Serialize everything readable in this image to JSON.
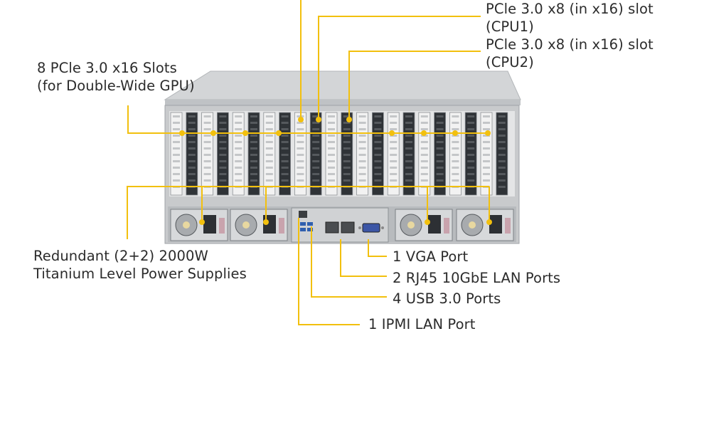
{
  "labels": {
    "pcie_x8_cpu1": {
      "line1": "PCle 3.0 x8 (in x16) slot",
      "line2": "(CPU1)"
    },
    "pcie_x8_cpu2": {
      "line1": "PCle 3.0 x8 (in x16) slot",
      "line2": "(CPU2)"
    },
    "pcie_x16": {
      "line1": "8 PCle 3.0 x16 Slots",
      "line2": "(for Double-Wide GPU)"
    },
    "power_supplies": {
      "line1": "Redundant (2+2) 2000W",
      "line2": "Titanium Level Power Supplies"
    },
    "vga": "1 VGA Port",
    "rj45": "2 RJ45 10GbE LAN Ports",
    "usb": "4 USB 3.0 Ports",
    "ipmi": "1 IPMI LAN Port"
  },
  "colors": {
    "callout": "#f2c00e",
    "chassis": "#c9cbcd",
    "chassis_dark": "#3b3f44",
    "text": "#2b2b2b"
  }
}
